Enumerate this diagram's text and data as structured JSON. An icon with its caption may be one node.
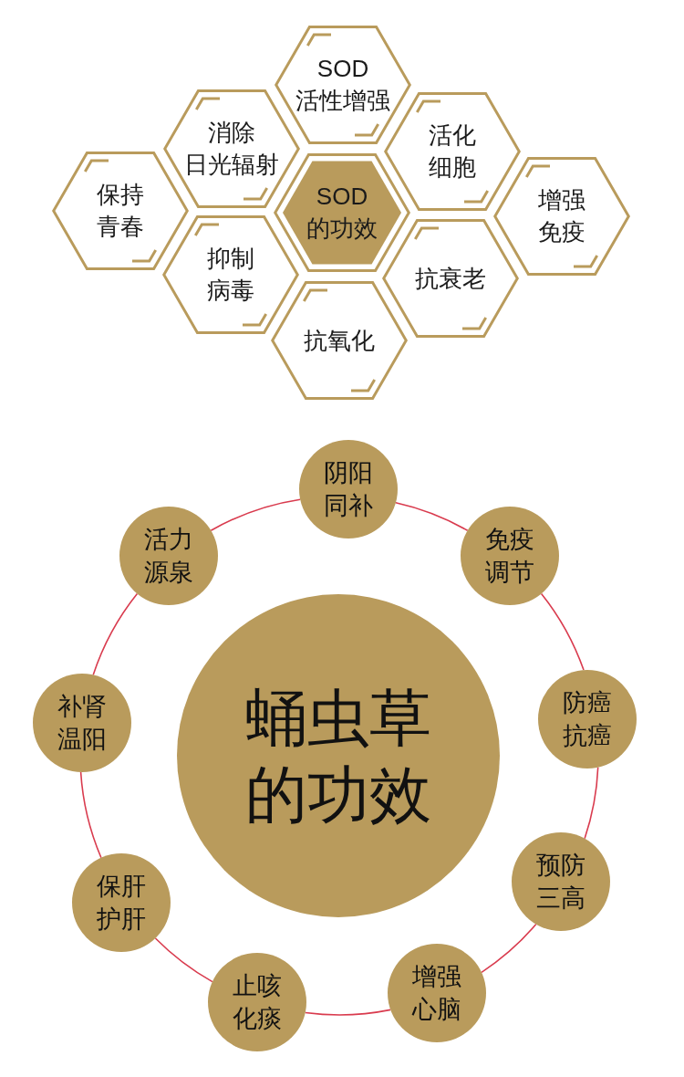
{
  "diagram": {
    "nodes": [
      {
        "text": [
          "SOD活性增强"
        ]
      },
      {
        "text": [
          "消除日光辐射"
        ]
      },
      {
        "text": [
          "活化细胞"
        ]
      },
      {
        "text": [
          "保持青春"
        ]
      },
      {
        "text": [
          "SOD的功效"
        ]
      },
      {
        "text": [
          "增强免疫"
        ]
      },
      {
        "text": [
          "抑制病毒"
        ]
      },
      {
        "text": [
          "抗衰老"
        ]
      },
      {
        "text": [
          "抗氧化"
        ]
      },
      {
        "text": [
          "阴阳同补"
        ]
      },
      {
        "text": [
          "活力源泉"
        ]
      },
      {
        "text": [
          "免疫调节"
        ]
      },
      {
        "text": [
          "蛹虫草的功效"
        ]
      },
      {
        "text": [
          "补肾温阳"
        ]
      },
      {
        "text": [
          "防癌抗癌"
        ]
      },
      {
        "text": [
          "预防三高"
        ]
      },
      {
        "text": [
          "保肝护肝"
        ]
      },
      {
        "text": [
          "增强心脑"
        ]
      },
      {
        "text": [
          "止咳化痰"
        ]
      }
    ],
    "edges": [
      {
        "from": 9,
        "to": 11,
        "arrow": "none"
      },
      {
        "from": 11,
        "to": 14,
        "arrow": "none"
      },
      {
        "from": 14,
        "to": 15,
        "arrow": "none"
      },
      {
        "from": 15,
        "to": 17,
        "arrow": "none"
      },
      {
        "from": 17,
        "to": 18,
        "arrow": "none"
      },
      {
        "from": 18,
        "to": 16,
        "arrow": "none"
      },
      {
        "from": 16,
        "to": 13,
        "arrow": "none"
      },
      {
        "from": 13,
        "to": 10,
        "arrow": "none"
      },
      {
        "from": 10,
        "to": 9,
        "arrow": "none"
      }
    ]
  }
}
